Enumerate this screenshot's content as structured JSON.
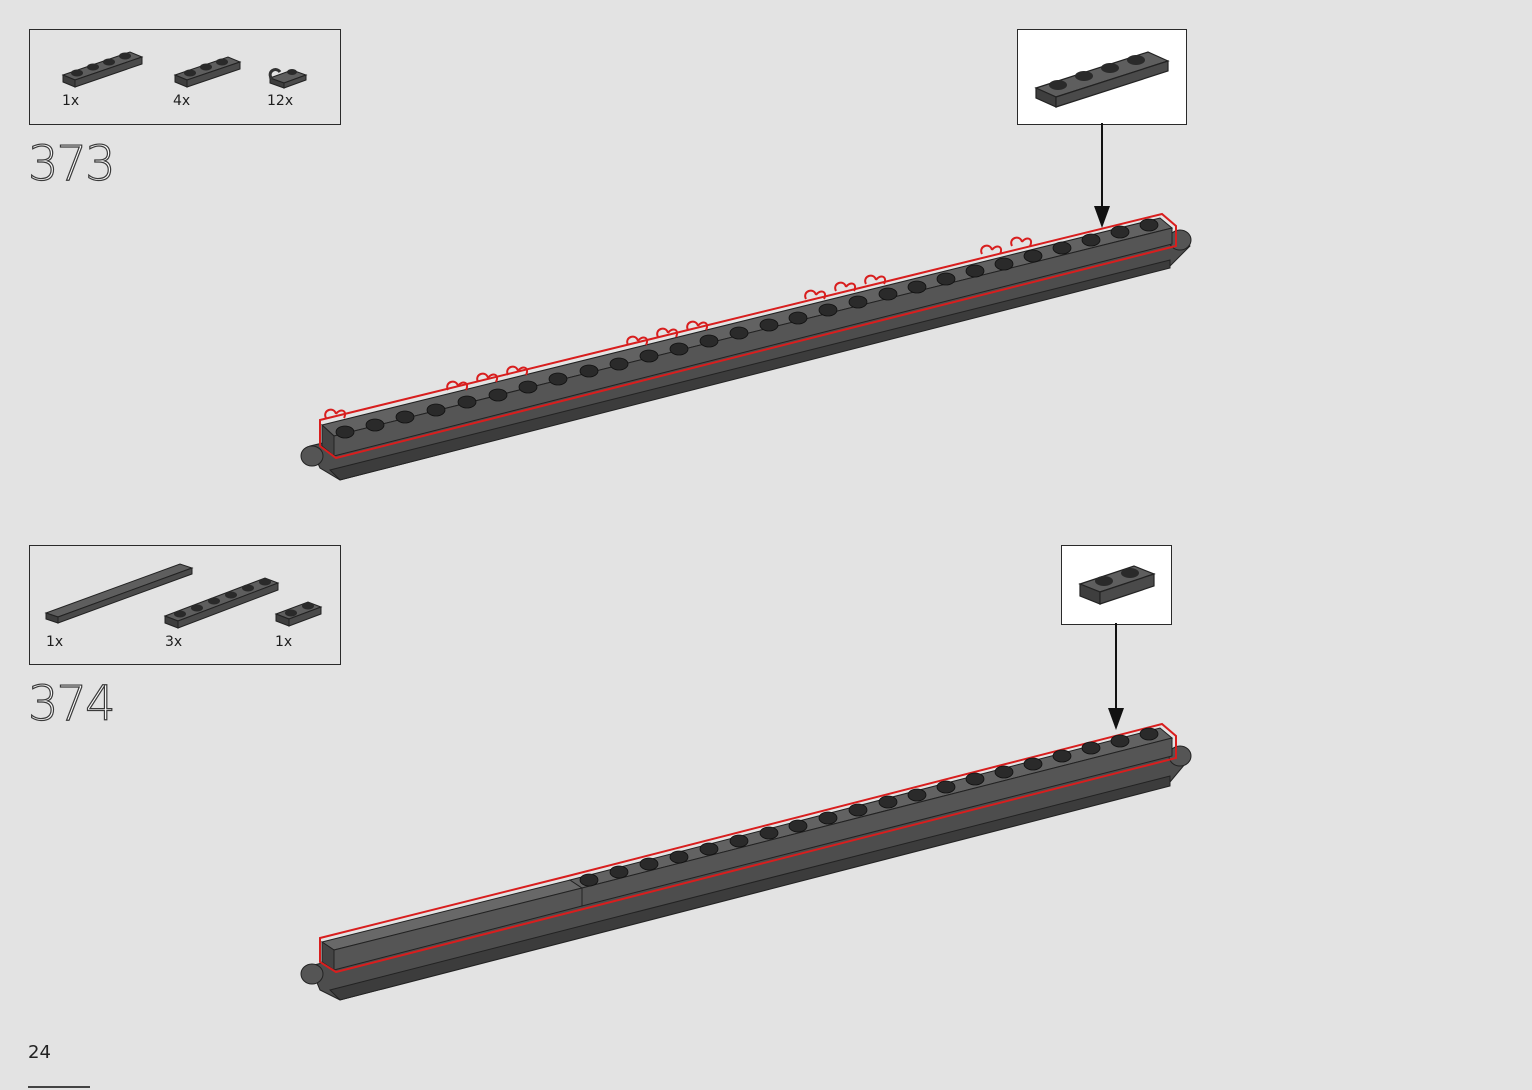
{
  "steps": [
    {
      "number": "373",
      "parts": [
        {
          "qty": "1x",
          "icon": "plate-1x4-icon"
        },
        {
          "qty": "4x",
          "icon": "plate-1x3-icon"
        },
        {
          "qty": "12x",
          "icon": "clip-icon"
        }
      ],
      "callout_icon": "plate-1x4-icon"
    },
    {
      "number": "374",
      "parts": [
        {
          "qty": "1x",
          "icon": "long-tile-icon"
        },
        {
          "qty": "3x",
          "icon": "plate-1x4-icon"
        },
        {
          "qty": "1x",
          "icon": "plate-1x2-icon"
        }
      ],
      "callout_icon": "plate-1x2-icon"
    }
  ],
  "page_number": "24",
  "colors": {
    "background": "#e3e3e3",
    "brick": "#636363",
    "brick_dark": "#3f3f3f",
    "stud": "#262626",
    "highlight": "#d81e1e"
  }
}
